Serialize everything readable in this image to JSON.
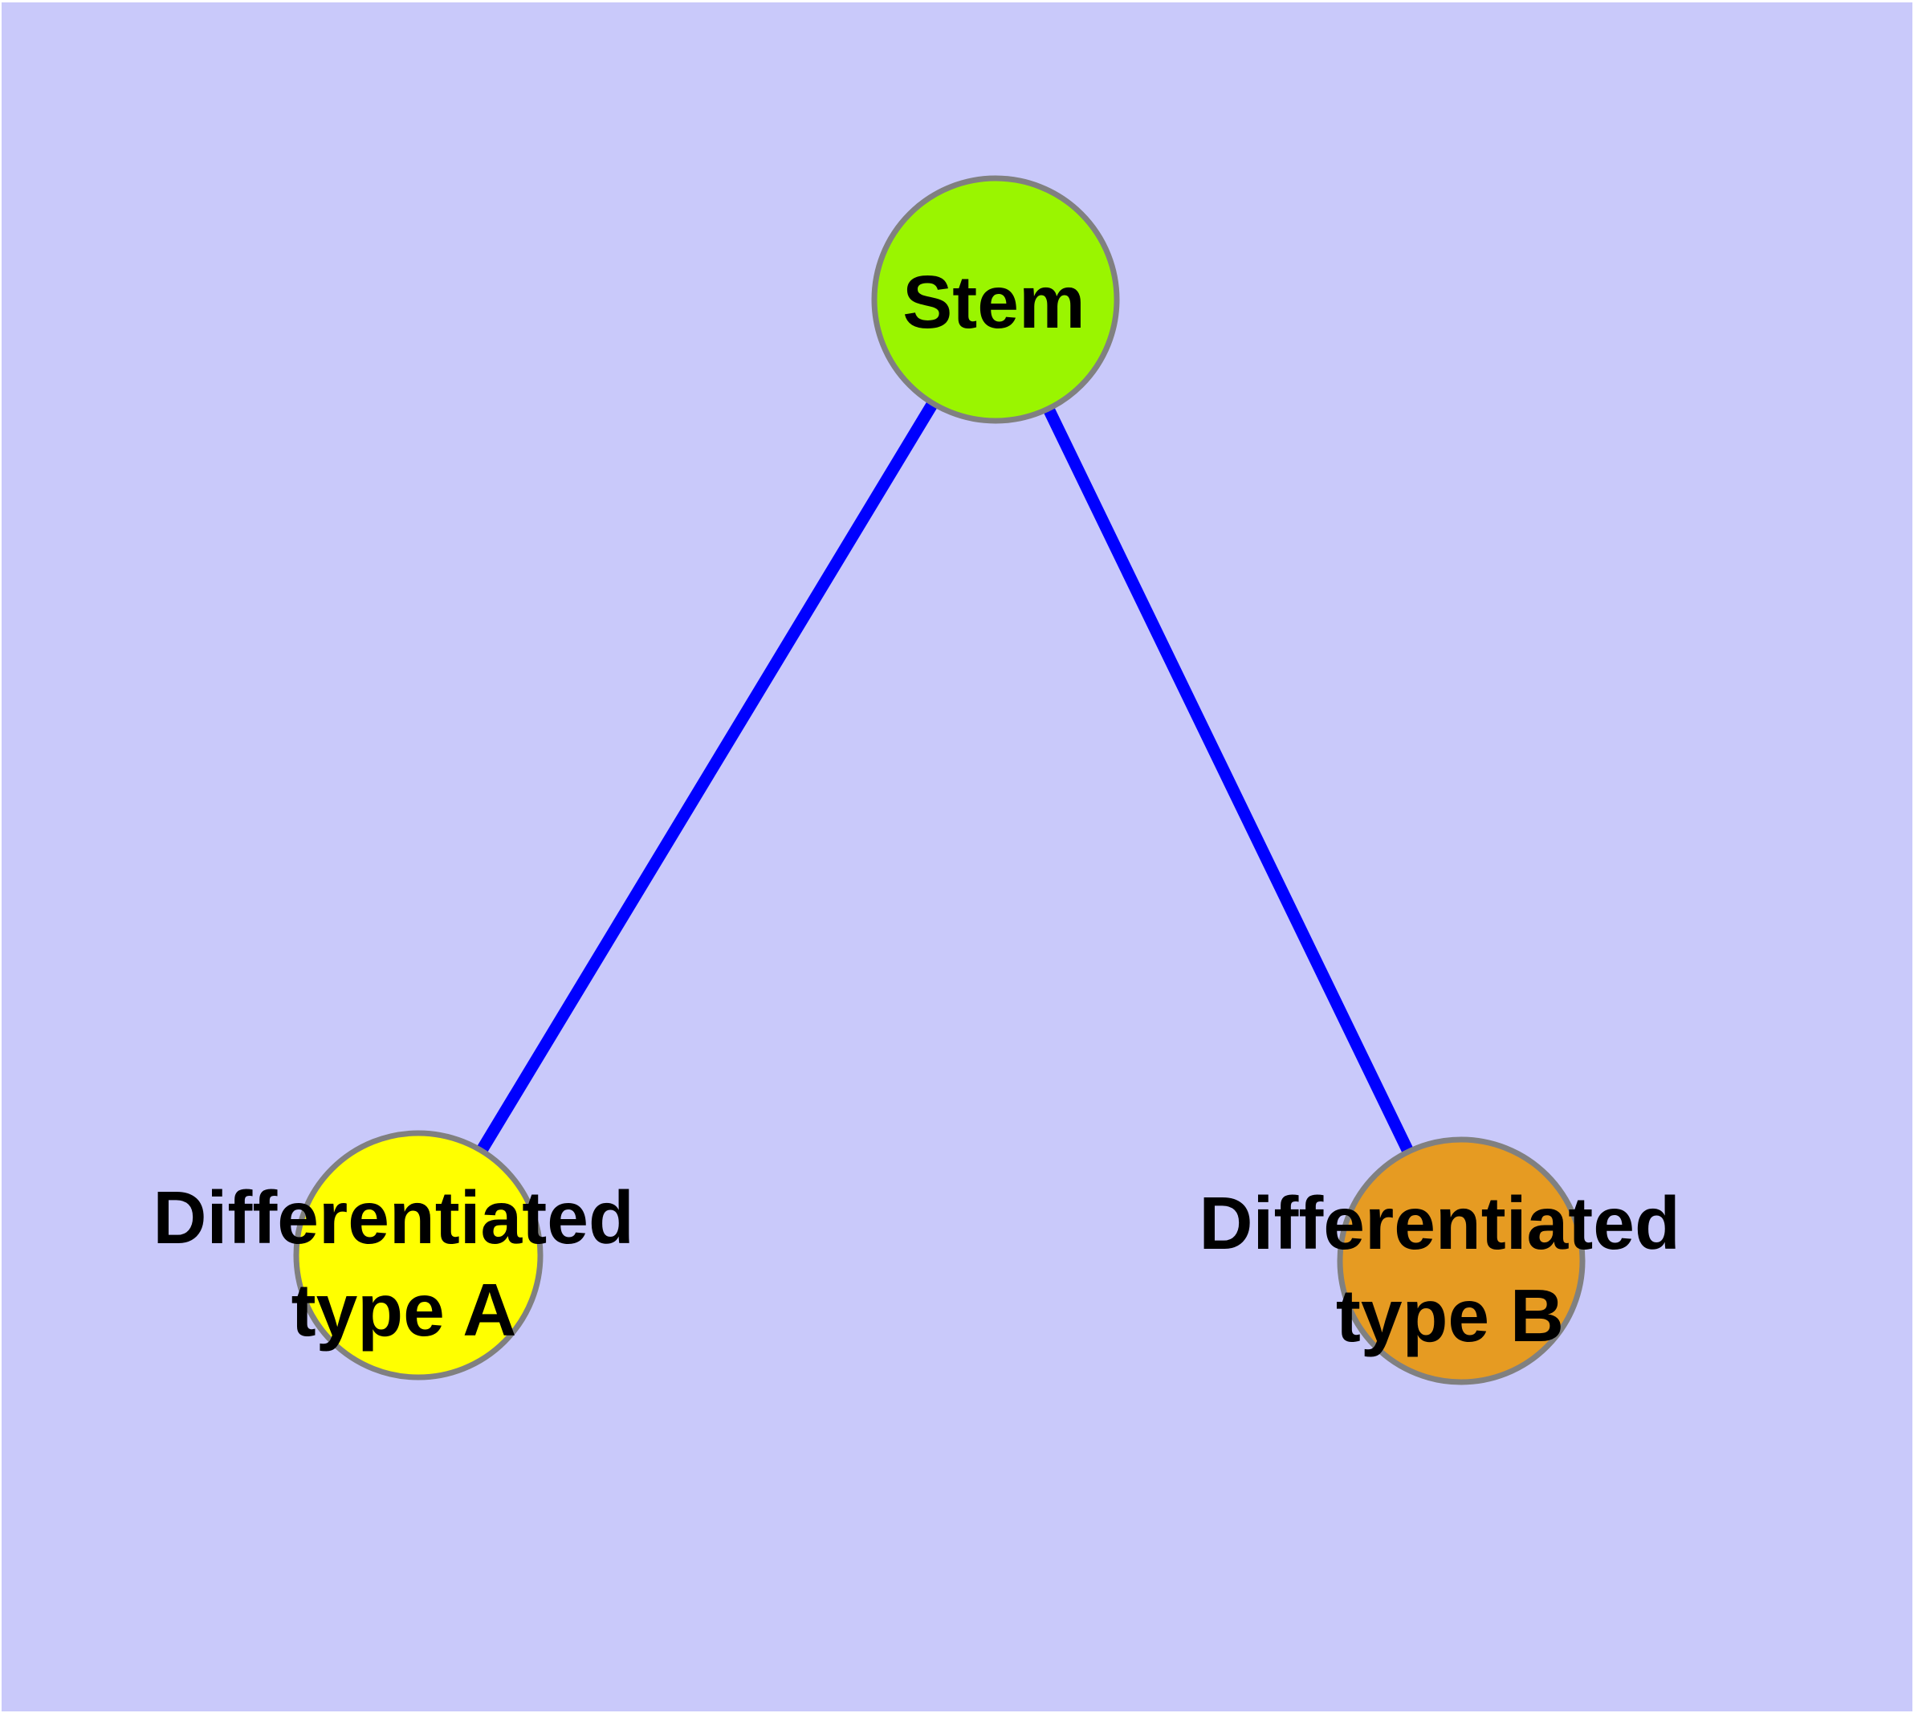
{
  "canvas": {
    "margin_color": "#FFFFFF",
    "background_color": "#C9C9FA"
  },
  "colors": {
    "edge_stroke": "#0000FF",
    "node_border": "#808080",
    "label_text": "#000000",
    "stem_fill": "#9AF500",
    "type_a_fill": "#FFFF00",
    "type_b_fill": "#E69B22"
  },
  "nodes": {
    "stem": {
      "label": "Stem"
    },
    "type_a": {
      "label_line1": "Differentiated",
      "label_line2": "type A"
    },
    "type_b": {
      "label_line1": "Differentiated",
      "label_line2": "type B"
    }
  },
  "edges": [
    {
      "from": "stem",
      "to": "type_a"
    },
    {
      "from": "stem",
      "to": "type_b"
    }
  ]
}
